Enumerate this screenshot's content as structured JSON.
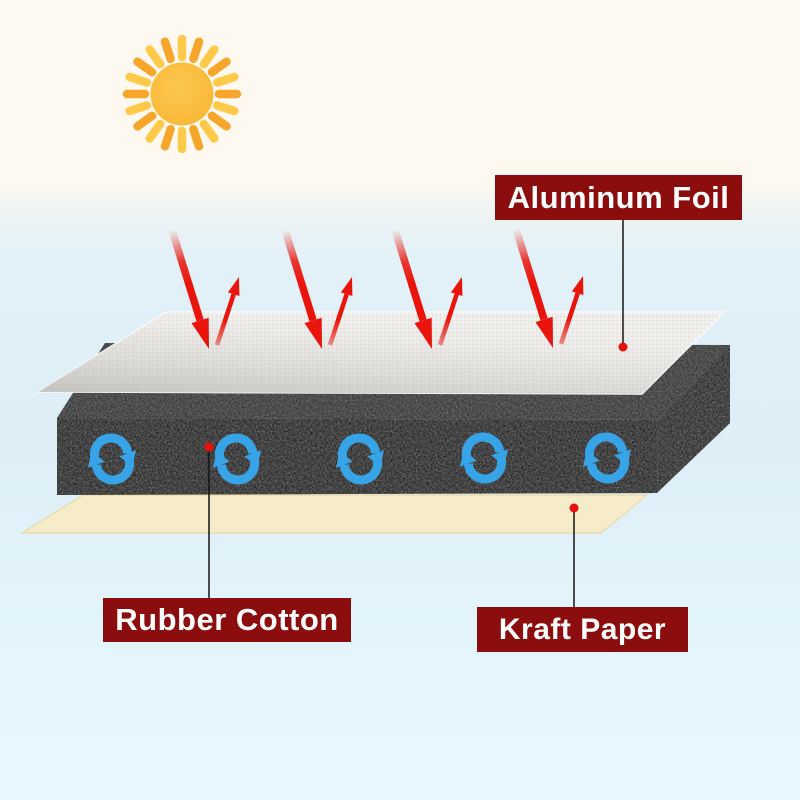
{
  "scene": "insulation-material-layers-diagram",
  "labels": {
    "aluminum_foil": "Aluminum Foil",
    "rubber_cotton": "Rubber Cotton",
    "kraft_paper": "Kraft Paper"
  },
  "colors": {
    "label_background": "#8b0d0d",
    "label_text": "#ffffff",
    "heat_arrow_red": "#e9150d",
    "circulation_icon_blue": "#38a4e8",
    "foam_front_black": "#161616",
    "foam_top_gray": "#2e2e2e",
    "foam_side_black": "#1d1d1d",
    "kraft_paper_beige": "#f7ecca",
    "foil_gray": "#f1f0ee",
    "foil_grid_line": "#d8d3cd",
    "sun_core_yellow": "#fbbd41",
    "sun_ray_orange": "#f6a62b",
    "sun_ray_yellow": "#ffc94a",
    "background_top": "#fdf9f1",
    "background_bottom": "#e8f8fe",
    "leader_dot_red": "#e81109",
    "leader_line_black": "#141414"
  },
  "icons": {
    "sun": "sun-icon",
    "heat_rays": "heat-arrow-icon",
    "air_circulation": "circulation-arrows-icon"
  }
}
